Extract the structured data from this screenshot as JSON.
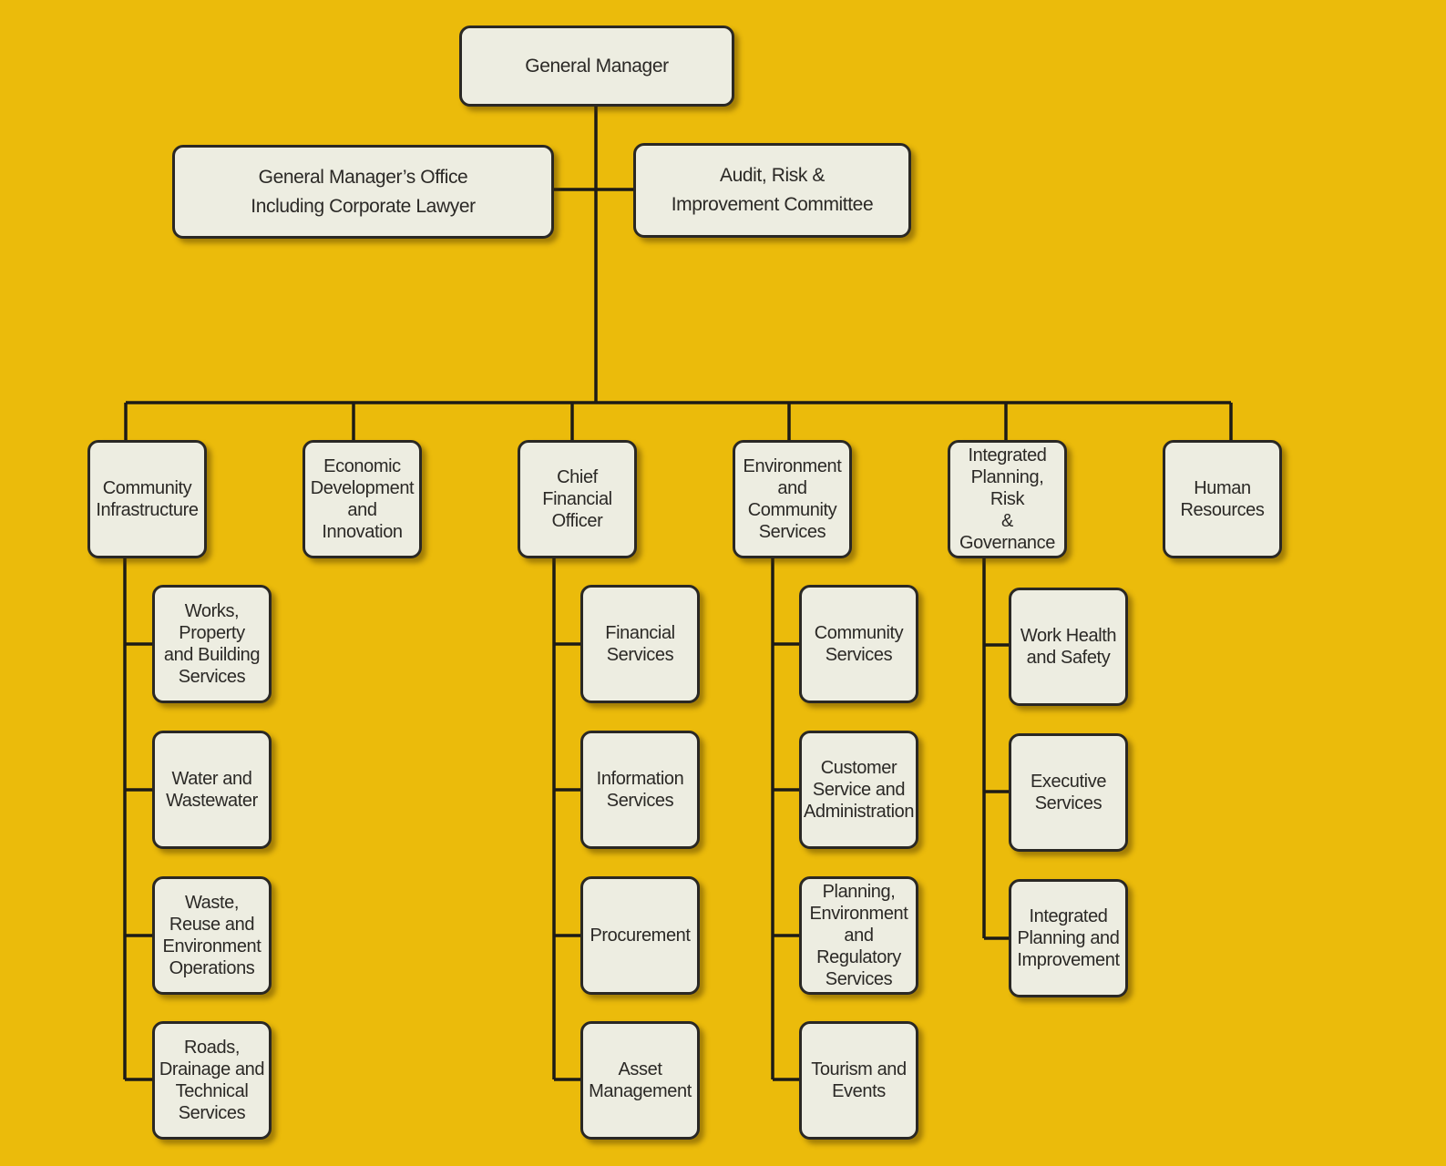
{
  "org_chart": {
    "general_manager": "General Manager",
    "gm_office": "General Manager’s Office\nIncluding Corporate Lawyer",
    "audit_committee": "Audit, Risk &\nImprovement Committee",
    "departments": [
      {
        "name": "Community\nInfrastructure",
        "units": [
          "Works,\nProperty\nand Building\nServices",
          "Water and\nWastewater",
          "Waste,\nReuse and\nEnvironment\nOperations",
          "Roads,\nDrainage and\nTechnical\nServices"
        ]
      },
      {
        "name": "Economic\nDevelopment\nand\nInnovation",
        "units": []
      },
      {
        "name": "Chief\nFinancial\nOfficer",
        "units": [
          "Financial\nServices",
          "Information\nServices",
          "Procurement",
          "Asset\nManagement"
        ]
      },
      {
        "name": "Environment\nand\nCommunity\nServices",
        "units": [
          "Community\nServices",
          "Customer\nService and\nAdministration",
          "Planning,\nEnvironment\nand Regulatory\nServices",
          "Tourism and\nEvents"
        ]
      },
      {
        "name": "Integrated\nPlanning, Risk\n& Governance",
        "units": [
          "Work Health\nand Safety",
          "Executive\nServices",
          "Integrated\nPlanning and\nImprovement"
        ]
      },
      {
        "name": "Human\nResources",
        "units": []
      }
    ]
  }
}
